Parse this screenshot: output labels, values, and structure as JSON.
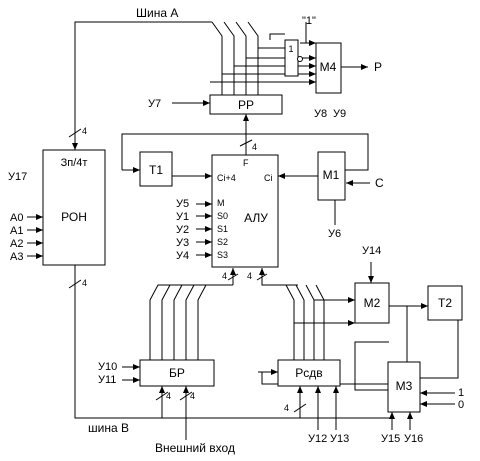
{
  "buses": {
    "bus_a": "Шина А",
    "bus_b": "шина В",
    "external_input": "Внешний вход"
  },
  "blocks": {
    "ron": {
      "name": "РОН",
      "top_port": "Зп/4т",
      "ctrl": "У17",
      "inputs": [
        "A0",
        "A1",
        "A2",
        "A3"
      ]
    },
    "pp": {
      "name": "РР",
      "ctrl": "У7"
    },
    "t1": {
      "name": "Т1"
    },
    "alu": {
      "name": "АЛУ",
      "ci4": "Ci+4",
      "ci": "Ci",
      "f": "F",
      "m": "M",
      "s": [
        "S0",
        "S1",
        "S2",
        "S3"
      ],
      "ctrl_m": "У5",
      "ctrl_s": [
        "У1",
        "У2",
        "У3",
        "У4"
      ]
    },
    "m1": {
      "name": "M1",
      "ctrl": "У6",
      "input": "C"
    },
    "m4": {
      "name": "M4",
      "const": "\"1\"",
      "output": "P",
      "ctrl": [
        "У8",
        "У9"
      ]
    },
    "br": {
      "name": "БР",
      "ctrl": [
        "У10",
        "У11"
      ]
    },
    "psdv": {
      "name": "Рсдв",
      "ctrl": [
        "У12",
        "У13"
      ]
    },
    "m2": {
      "name": "M2",
      "ctrl": "У14"
    },
    "t2": {
      "name": "Т2"
    },
    "m3": {
      "name": "M3",
      "ctrl": [
        "У15",
        "У16"
      ],
      "consts": [
        "1",
        "0"
      ]
    }
  },
  "bus_width": "4",
  "gates": {
    "inv": "1"
  }
}
